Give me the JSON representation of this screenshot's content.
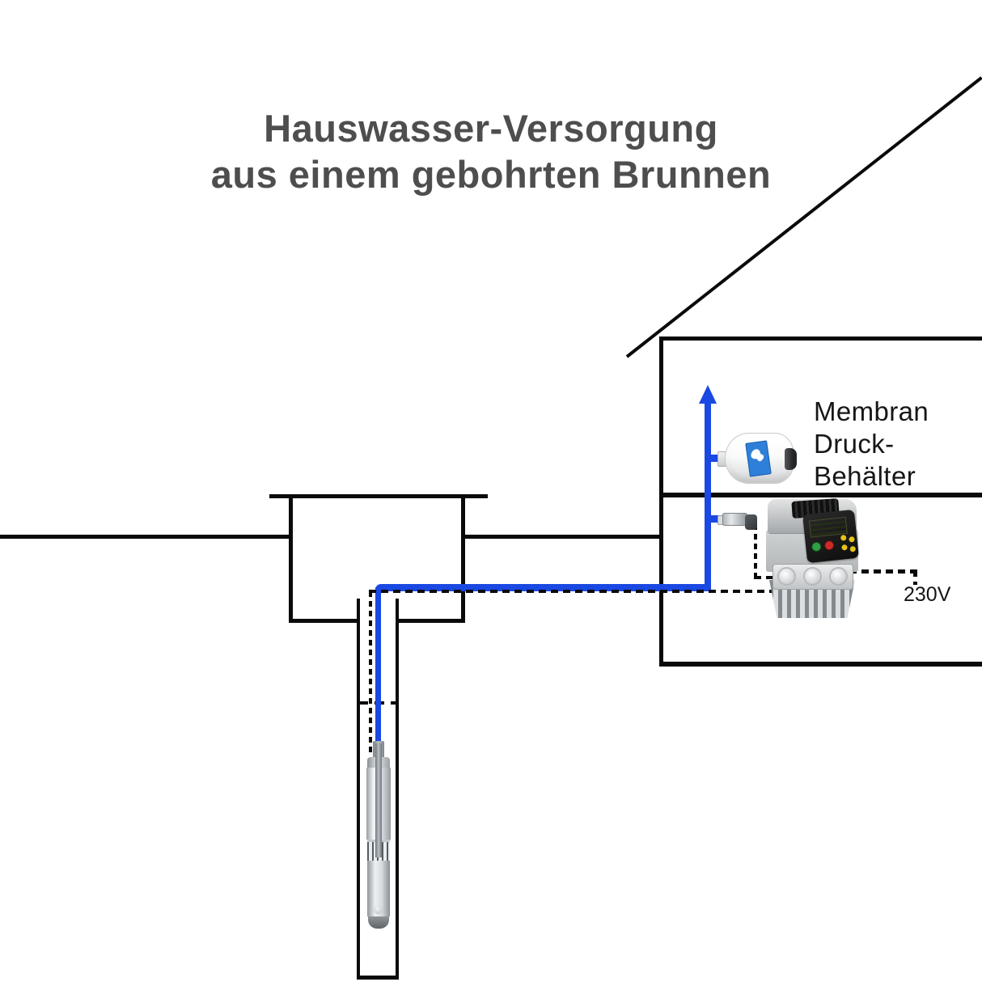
{
  "theme": {
    "pipe_blue": "#1a48e2",
    "outline_black": "#0a0a0a",
    "title_gray": "#4e4e4e",
    "label_black": "#161616",
    "lcd_green": "#bece52",
    "btn_green": "#2f9e44",
    "btn_red": "#cc2b2b",
    "btn_yellow": "#e6c417",
    "tank_label_blue": "#2e7fd8"
  },
  "title": {
    "line1": "Hauswasser-Versorgung",
    "line2": "aus einem gebohrten Brunnen"
  },
  "labels": {
    "pressure_tank": "Membran\nDruck-\nBehälter",
    "power": "230V"
  },
  "icons": {
    "flow_arrow": "up-arrow",
    "pressure_tank": "membrane-pressure-tank",
    "pump_controller": "pump-controller-unit",
    "well_pump": "submersible-pump",
    "sensor_fitting": "pressure-sensor-fitting"
  }
}
